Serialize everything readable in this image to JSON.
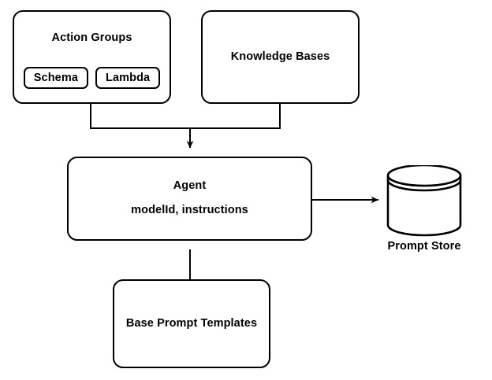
{
  "diagram": {
    "title": "Amazon Bedrock Agent components diagram",
    "type": "flowchart",
    "background_color": "#ffffff",
    "stroke_color": "#000000",
    "nodes": {
      "action_groups": {
        "label": "Action Groups",
        "shape": "rounded-rectangle",
        "chips": [
          {
            "label": "Schema"
          },
          {
            "label": "Lambda"
          }
        ]
      },
      "knowledge_bases": {
        "label": "Knowledge Bases",
        "shape": "rounded-rectangle"
      },
      "agent": {
        "label": "Agent",
        "sublabel": "modelId, instructions",
        "shape": "rounded-rectangle"
      },
      "base_prompt_templates": {
        "label": "Base Prompt Templates",
        "shape": "rounded-rectangle"
      },
      "prompt_store": {
        "label": "Prompt Store",
        "shape": "cylinder-database"
      }
    },
    "edges": [
      {
        "from": "action_groups",
        "to": "agent",
        "style": "elbow-merge",
        "arrow": "down"
      },
      {
        "from": "knowledge_bases",
        "to": "agent",
        "style": "elbow-merge",
        "arrow": "down"
      },
      {
        "from": "agent",
        "to": "prompt_store",
        "style": "straight",
        "arrow": "right"
      },
      {
        "from": "base_prompt_templates",
        "to": "agent",
        "style": "straight",
        "arrow": "up"
      }
    ]
  }
}
